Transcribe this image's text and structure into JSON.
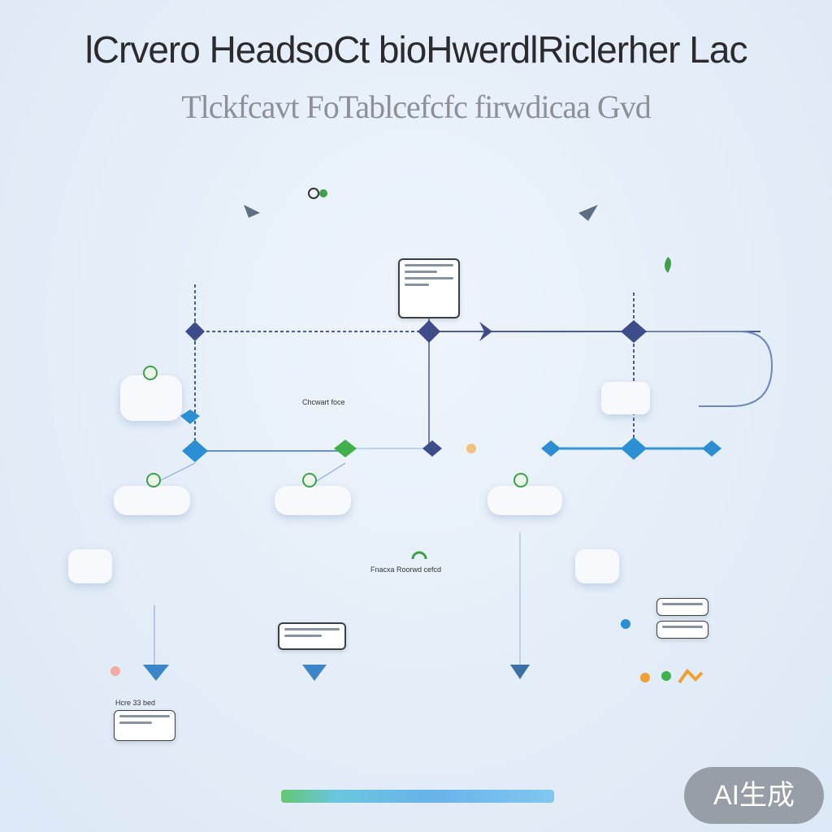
{
  "header": {
    "title": "lCrvero HeadsoCt bioHwerdlRiclerher Lac",
    "subtitle": "Tlckfcavt FoTablcefcfc firwdicaa Gvd"
  },
  "colors": {
    "diamond_blue": "#2b8fd6",
    "diamond_navy": "#3e4c8a",
    "diamond_green": "#3fb04a",
    "connector": "#4a5c9a",
    "link_blue": "#3a93d4",
    "badge_bg": "#80848c"
  },
  "icons": [
    "leaf-icon",
    "bird-icon",
    "chat-bubble-icon",
    "target-icon",
    "person-icon",
    "arrow-down-icon"
  ],
  "labels": {
    "node_center": "Chcwart foce",
    "node_bottom_left": "Hcre 33 bed",
    "node_bottom_center": "Fnacxa Roorwd cefcd"
  },
  "badge": {
    "text": "AI生成"
  }
}
